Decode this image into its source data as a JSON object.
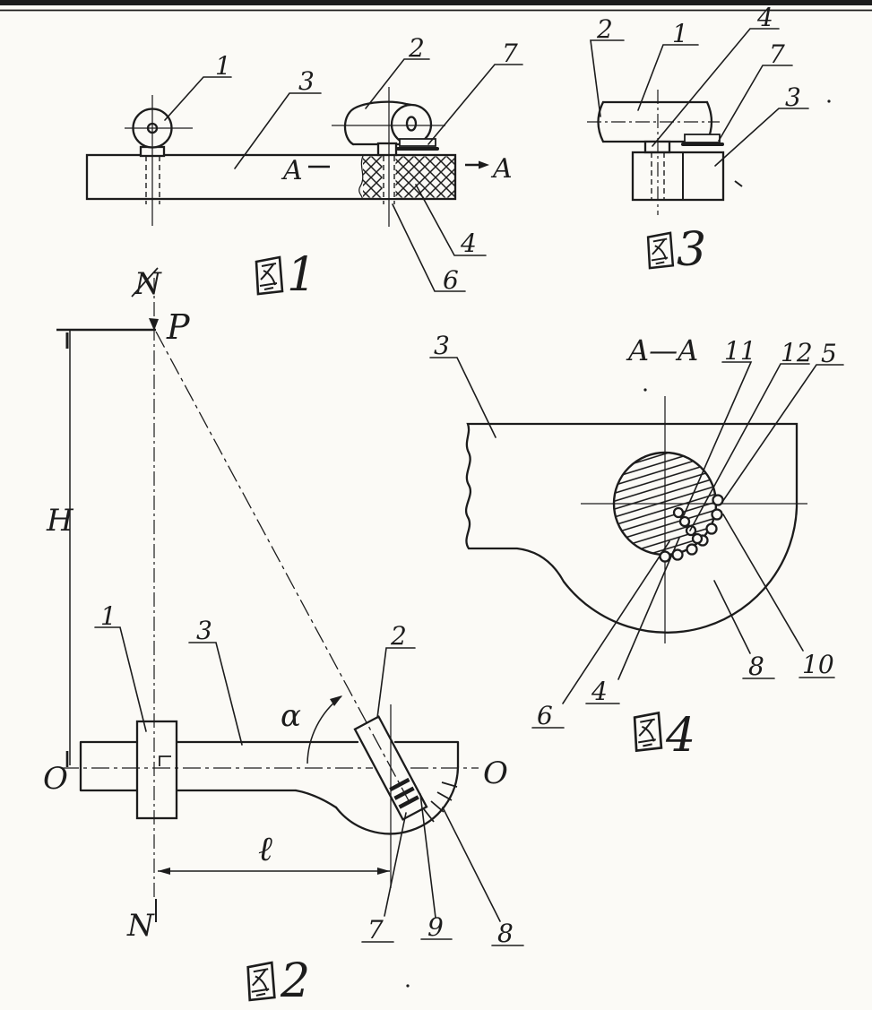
{
  "fig1": {
    "caption": "图1",
    "caption_num": "1",
    "c1": "1",
    "c2": "2",
    "c3": "3",
    "c4": "4",
    "c6": "6",
    "c7": "7",
    "section_left": "A",
    "section_right": "A"
  },
  "fig2": {
    "caption": "图2",
    "caption_num": "2",
    "c1": "1",
    "c2": "2",
    "c3": "3",
    "c7": "7",
    "c8": "8",
    "c9": "9",
    "n_top": "N",
    "n_bottom": "N",
    "p": "P",
    "h": "H",
    "len": "ℓ",
    "alpha": "α",
    "o_left": "O",
    "o_right": "O"
  },
  "fig3": {
    "caption": "图3",
    "caption_num": "3",
    "c1": "1",
    "c2": "2",
    "c3": "3",
    "c4": "4",
    "c7": "7"
  },
  "fig4": {
    "caption": "图4",
    "caption_num": "4",
    "title": "A—A",
    "c3": "3",
    "c4": "4",
    "c5": "5",
    "c6": "6",
    "c8": "8",
    "c10": "10",
    "c11": "11",
    "c12": "12"
  },
  "colors": {
    "ink": "#1c1c1c",
    "paper": "#fbfaf6"
  }
}
